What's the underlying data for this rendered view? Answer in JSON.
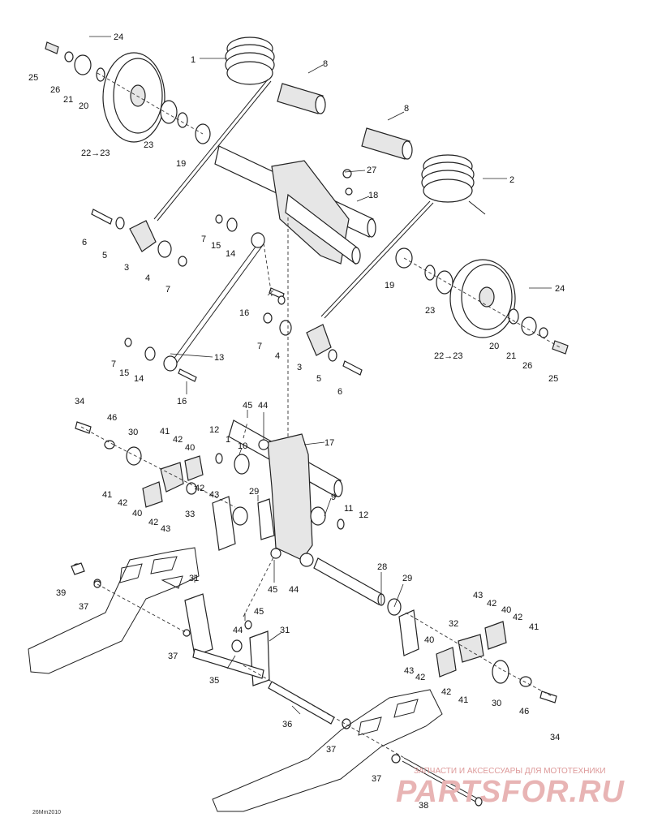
{
  "labels": {
    "l1": "1",
    "l2": "2",
    "l3a": "3",
    "l3b": "3",
    "l4a": "4",
    "l4b": "4",
    "l5a": "5",
    "l5b": "5",
    "l6a": "6",
    "l6b": "6",
    "l7a": "7",
    "l7b": "7",
    "l7c": "7",
    "l7d": "7",
    "l8a": "8",
    "l8b": "8",
    "l9": "9",
    "l10": "10",
    "l11": "11",
    "l12a": "12",
    "l12b": "12",
    "l13": "13",
    "l14a": "14",
    "l14b": "14",
    "l15a": "15",
    "l15b": "15",
    "l16a": "16",
    "l16b": "16",
    "l17": "17",
    "l18": "18",
    "l19a": "19",
    "l19b": "19",
    "l20a": "20",
    "l20b": "20",
    "l21a": "21",
    "l21b": "21",
    "l22a": "22→23",
    "l22b": "22→23",
    "l23a": "23",
    "l23b": "23",
    "l24a": "24",
    "l24b": "24",
    "l25a": "25",
    "l25b": "25",
    "l26a": "26",
    "l26b": "26",
    "l27": "27",
    "l28": "28",
    "l29a": "29",
    "l29b": "29",
    "l30a": "30",
    "l30b": "30",
    "l31a": "31",
    "l31b": "31",
    "l32": "32",
    "l33": "33",
    "l34a": "34",
    "l34b": "34",
    "l35": "35",
    "l36": "36",
    "l37a": "37",
    "l37b": "37",
    "l37c": "37",
    "l37d": "37",
    "l38": "38",
    "l39": "39",
    "l40a": "40",
    "l40b": "40",
    "l40c": "40",
    "l40d": "40",
    "l41a": "41",
    "l41b": "41",
    "l41c": "41",
    "l41d": "41",
    "l42a": "42",
    "l42b": "42",
    "l42c": "42",
    "l42d": "42",
    "l42e": "42",
    "l42f": "42",
    "l43a": "43",
    "l43b": "43",
    "l43c": "43",
    "l43d": "43",
    "l44a": "44",
    "l44b": "44",
    "l44c": "44",
    "l45a": "45",
    "l45b": "45",
    "l45c": "45",
    "l46a": "46",
    "l46b": "46",
    "l1b": "1"
  },
  "watermark": {
    "caption": "ЗАПЧАСТИ И АКСЕССУАРЫ ДЛЯ МОТОТЕХНИКИ",
    "brand": "PARTSFOR.RU",
    "color": "#e8b4b4"
  },
  "figure_code": "26Mm2010"
}
